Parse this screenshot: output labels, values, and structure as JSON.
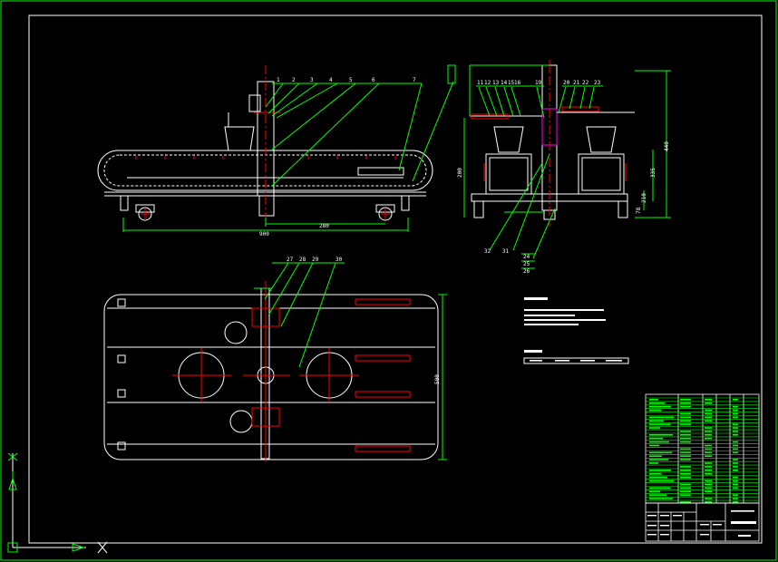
{
  "drawing": {
    "colors": {
      "background": "#000000",
      "frame": "#00ff00",
      "object": "#ffffff",
      "centerline": "#ff0000",
      "annotation": "#ffff00",
      "accent": "#ff00ff"
    },
    "front_view": {
      "balloons": [
        "1",
        "2",
        "3",
        "4",
        "5",
        "6",
        "7"
      ],
      "dim_overall": "900",
      "dim_offset": "280"
    },
    "side_view": {
      "balloons_top": [
        "11",
        "12",
        "13",
        "14",
        "15",
        "16",
        "19",
        "20",
        "21",
        "22",
        "23"
      ],
      "balloons_bottom": [
        "24",
        "25",
        "26",
        "31",
        "32"
      ],
      "dims": [
        "440",
        "335",
        "200",
        "210",
        "78"
      ]
    },
    "plan_view": {
      "balloons": [
        "27",
        "28",
        "29",
        "30"
      ],
      "dim_height": "500"
    },
    "icons": {
      "ucs_y": "ucs-y-arrow-icon",
      "ucs_x": "ucs-x-arrow-icon"
    }
  }
}
